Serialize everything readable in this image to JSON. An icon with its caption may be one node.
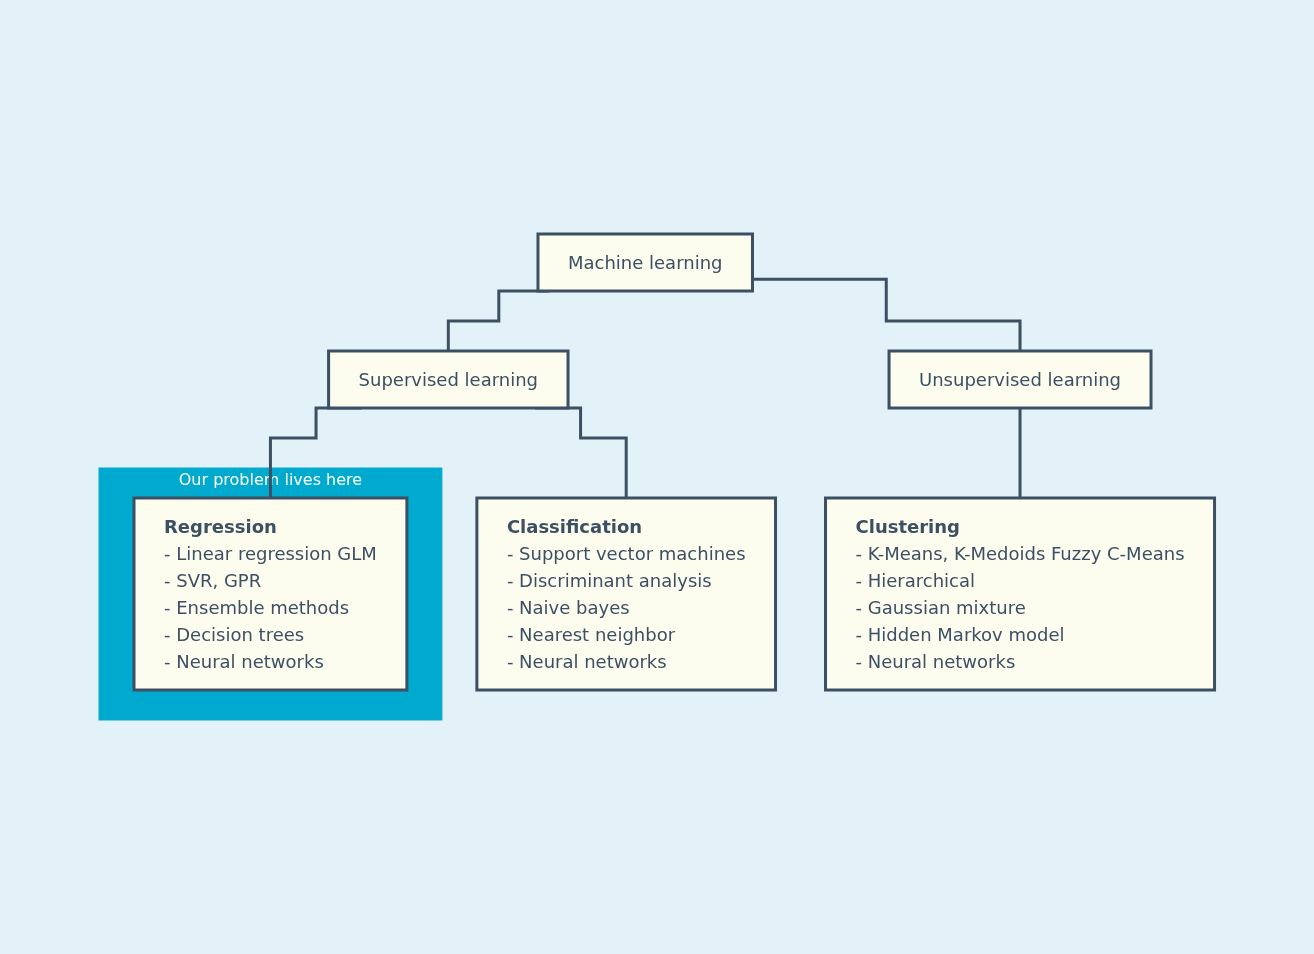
{
  "diagram": {
    "nodes": [
      {
        "text": [
          "Machine learning"
        ]
      },
      {
        "text": [
          "Supervised learning"
        ]
      },
      {
        "text": [
          "Our problem lives here"
        ]
      },
      {
        "text": [
          "Unsupervised learning"
        ]
      },
      {
        "text": [
          "Classification",
          "- Support vector machines",
          "- Discriminant analysis",
          "- Naive bayes",
          "- Nearest neighbor",
          "- Neural networks"
        ]
      },
      {
        "text": [
          "Regression",
          "- Linear regression GLM",
          "- SVR, GPR",
          "- Ensemble methods",
          "- Decision trees",
          "- Neural networks"
        ],
        "in": 2
      },
      {
        "text": [
          "Clustering",
          "- K-Means, K-Medoids Fuzzy C-Means",
          "- Hierarchical",
          "- Gaussian mixture",
          "- Hidden Markov model",
          "- Neural networks"
        ]
      }
    ],
    "edges": [
      {
        "from": 0,
        "to": 1,
        "arrow": "none"
      },
      {
        "from": 0,
        "to": 3,
        "arrow": "none"
      },
      {
        "from": 1,
        "to": 4,
        "arrow": "none"
      },
      {
        "from": 1,
        "to": 5,
        "arrow": "none"
      },
      {
        "from": 3,
        "to": 6,
        "arrow": "none"
      }
    ]
  }
}
